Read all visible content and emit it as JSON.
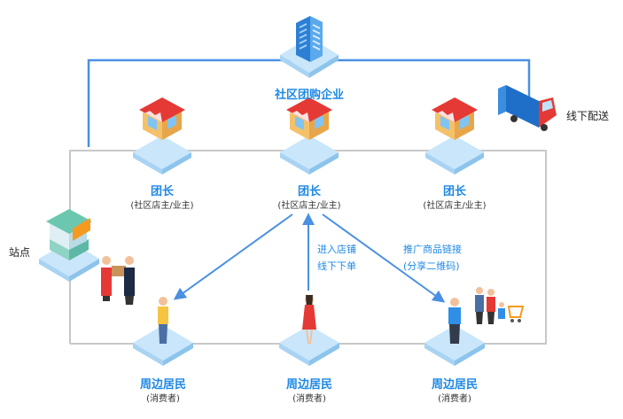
{
  "colors": {
    "line_blue": "#4a90e2",
    "line_gray": "#c8c8c8",
    "text_blue": "#1e88e5",
    "platform": "#c9e6fb"
  },
  "enterprise": {
    "label": "社区团购企业",
    "icon": "office-building-icon"
  },
  "delivery": {
    "label": "线下配送",
    "icon": "delivery-truck-icon"
  },
  "station": {
    "label": "站点",
    "icon": "station-kiosk-icon"
  },
  "leaders": [
    {
      "title": "团长",
      "subtitle": "(社区店主/业主)",
      "icon": "storefront-icon"
    },
    {
      "title": "团长",
      "subtitle": "(社区店主/业主)",
      "icon": "storefront-icon"
    },
    {
      "title": "团长",
      "subtitle": "(社区店主/业主)",
      "icon": "storefront-icon"
    }
  ],
  "residents": [
    {
      "title": "周边居民",
      "subtitle": "(消费者)",
      "icon": "man-yellow-shirt-icon"
    },
    {
      "title": "周边居民",
      "subtitle": "(消费者)",
      "icon": "woman-red-dress-icon"
    },
    {
      "title": "周边居民",
      "subtitle": "(消费者)",
      "icon": "man-blue-shirt-icon"
    }
  ],
  "annotations": {
    "left": [
      "进入店铺",
      "线下下单"
    ],
    "right": [
      "推广商品链接",
      "(分享二维码)"
    ]
  },
  "extras": {
    "handover_icon": "package-handover-icon",
    "family_icon": "family-shopping-icon"
  }
}
